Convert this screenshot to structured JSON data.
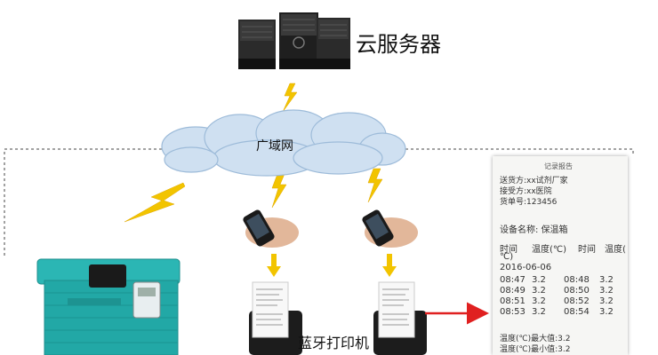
{
  "nodes": {
    "server": "云服务器",
    "wan": "广域网",
    "printer": "蓝牙打印机"
  },
  "receipt": {
    "title": "记录报告",
    "sender": "送货方:xx试剂厂家",
    "receiver": "接受方:xx医院",
    "waybill": "货单号:123456",
    "device": "设备名称: 保温箱",
    "headers": [
      "时间",
      "温度(℃)",
      "时间",
      "温度("
    ],
    "unit_wrap": "℃)",
    "date": "2016-06-06",
    "rows": [
      {
        "t1": "08:47",
        "v1": "3.2",
        "t2": "08:48",
        "v2": "3.2"
      },
      {
        "t1": "08:49",
        "v1": "3.2",
        "t2": "08:50",
        "v2": "3.2"
      },
      {
        "t1": "08:51",
        "v1": "3.2",
        "t2": "08:52",
        "v2": "3.2"
      },
      {
        "t1": "08:53",
        "v1": "3.2",
        "t2": "08:54",
        "v2": "3.2"
      }
    ],
    "max": "温度(℃)最大值:3.2",
    "min": "温度(℃)最小值:3.2"
  }
}
